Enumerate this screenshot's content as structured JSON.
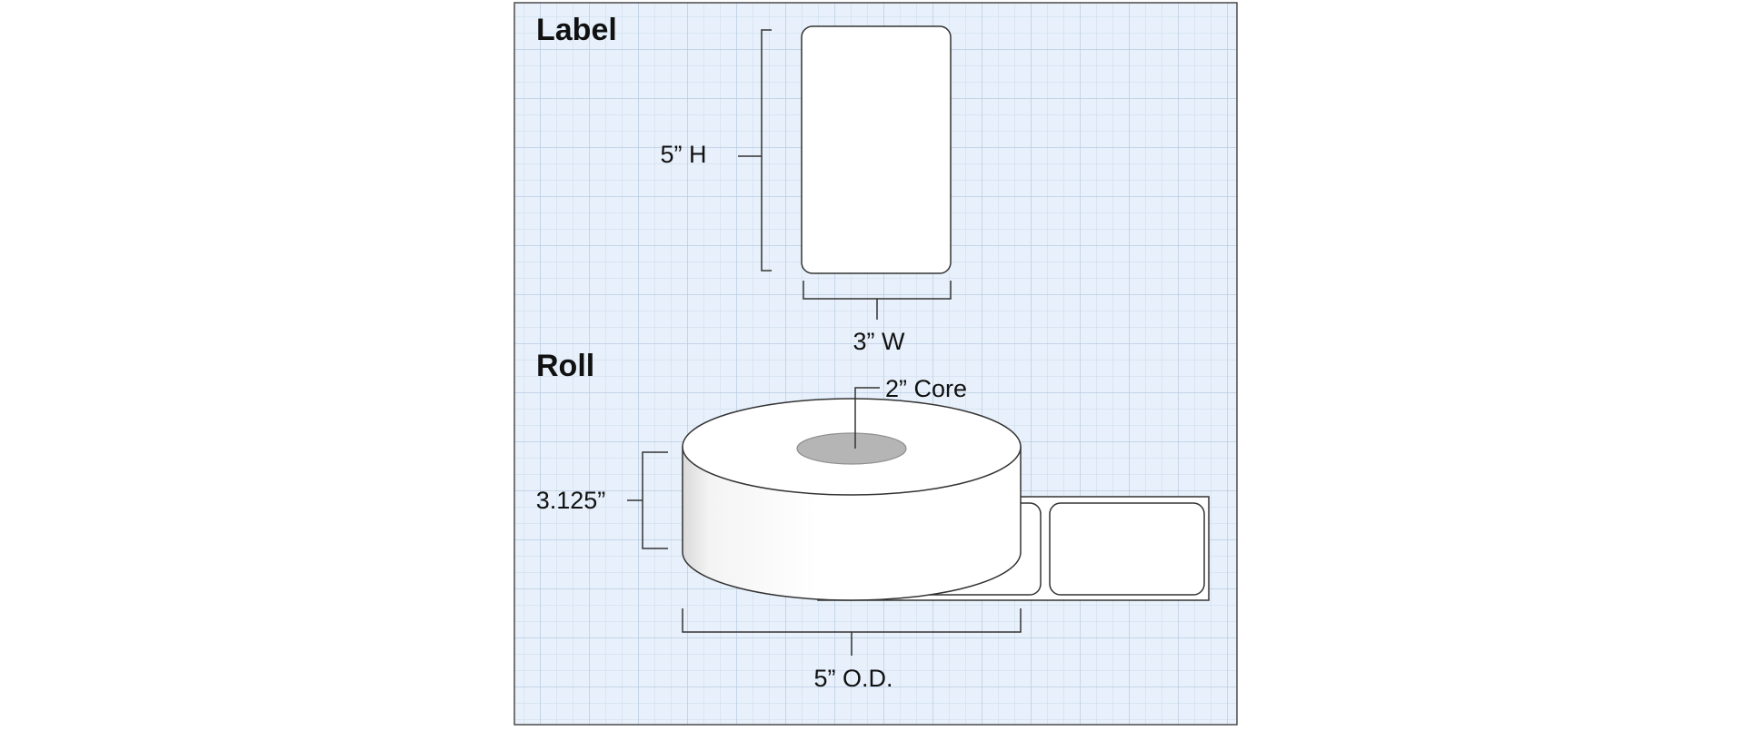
{
  "sections": {
    "label_heading": "Label",
    "roll_heading": "Roll"
  },
  "dimensions": {
    "label_height": "5” H",
    "label_width": "3” W",
    "core": "2” Core",
    "roll_width": "3.125”",
    "outer_diameter": "5” O.D."
  },
  "colors": {
    "background": "#e8f1fb",
    "grid_line": "#c9d9ea",
    "grid_major": "#b9cce2",
    "border": "#4a4a4a",
    "outline": "#333333",
    "label_fill": "#ffffff",
    "core_fill": "#b5b5b5",
    "text": "#111111"
  }
}
